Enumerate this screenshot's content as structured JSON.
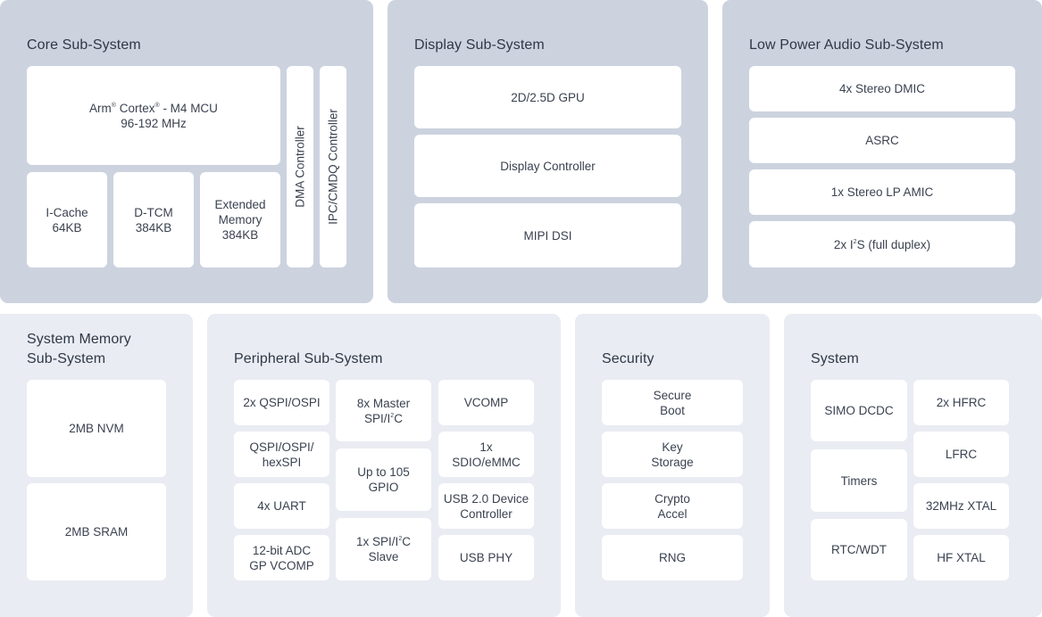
{
  "core": {
    "title": "Core Sub-System",
    "mcu": {
      "arm": "Arm",
      "cortex": "Cortex",
      "m4": "- M4 MCU",
      "freq": "96-192 MHz"
    },
    "icache": "I-Cache\n64KB",
    "dtcm": "D-TCM\n384KB",
    "extmem": "Extended\nMemory\n384KB",
    "dma": "DMA Controller",
    "ipc": "IPC/CMDQ Controller"
  },
  "display": {
    "title": "Display Sub-System",
    "items": [
      "2D/2.5D GPU",
      "Display Controller",
      "MIPI DSI"
    ]
  },
  "audio": {
    "title": "Low Power Audio Sub-System",
    "items": [
      "4x Stereo DMIC",
      "ASRC",
      "1x Stereo LP AMIC"
    ],
    "i2s": {
      "pre": "2x I",
      "sup": "2",
      "post": "S (full duplex)"
    }
  },
  "memory": {
    "title": "System Memory\nSub-System",
    "items": [
      "2MB NVM",
      "2MB SRAM"
    ]
  },
  "peripheral": {
    "title": "Peripheral Sub-System",
    "qspi": "2x QSPI/OSPI",
    "hexspi": "QSPI/OSPI/\nhexSPI",
    "uart": "4x UART",
    "adc": "12-bit ADC\nGP VCOMP",
    "spi_master": {
      "l1": "8x Master",
      "pre": "SPI/I",
      "sup": "2",
      "post": "C"
    },
    "gpio": "Up to 105\nGPIO",
    "spi_slave": {
      "pre": "1x SPI/I",
      "sup": "2",
      "post": "C",
      "l2": "Slave"
    },
    "vcomp": "VCOMP",
    "sdio": "1x\nSDIO/eMMC",
    "usb": "USB 2.0 Device\nController",
    "usbphy": "USB PHY"
  },
  "security": {
    "title": "Security",
    "items": [
      "Secure\nBoot",
      "Key\nStorage",
      "Crypto\nAccel",
      "RNG"
    ]
  },
  "system": {
    "title": "System",
    "left": [
      "SIMO DCDC",
      "Timers",
      "RTC/WDT"
    ],
    "right": [
      "2x HFRC",
      "LFRC",
      "32MHz XTAL",
      "HF XTAL"
    ]
  },
  "colors": {
    "dark_panel": "#ccd3df",
    "light_panel": "#e9ecf2",
    "block": "#ffffff",
    "text": "#2f3846"
  }
}
